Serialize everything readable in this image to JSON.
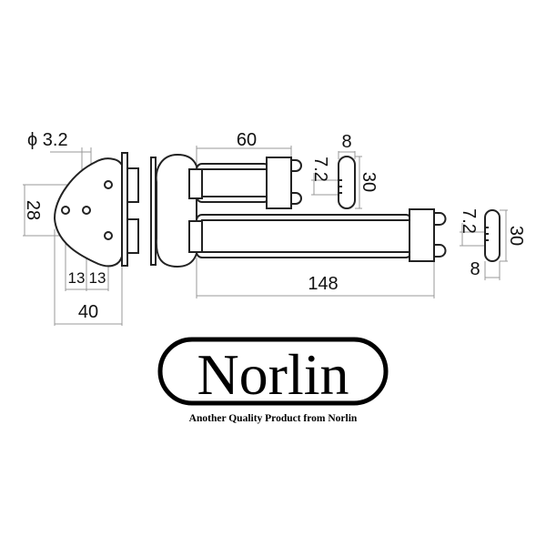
{
  "dimensions": {
    "hole_diameter": "ϕ 3.2",
    "plate_height": "28",
    "hole_spacing_left": "13",
    "hole_spacing_right": "13",
    "plate_width": "40",
    "short_arm_length": "60",
    "long_arm_length": "148",
    "upper_cap_width": "8",
    "upper_cap_pitch": "7.2",
    "upper_cap_height": "30",
    "lower_cap_pitch": "7.2",
    "lower_cap_height": "30",
    "lower_cap_width": "8"
  },
  "logo": {
    "brand": "Norlin",
    "tagline": "Another Quality Product from Norlin"
  },
  "colors": {
    "line": "#222222",
    "dimension_line": "#999999"
  }
}
